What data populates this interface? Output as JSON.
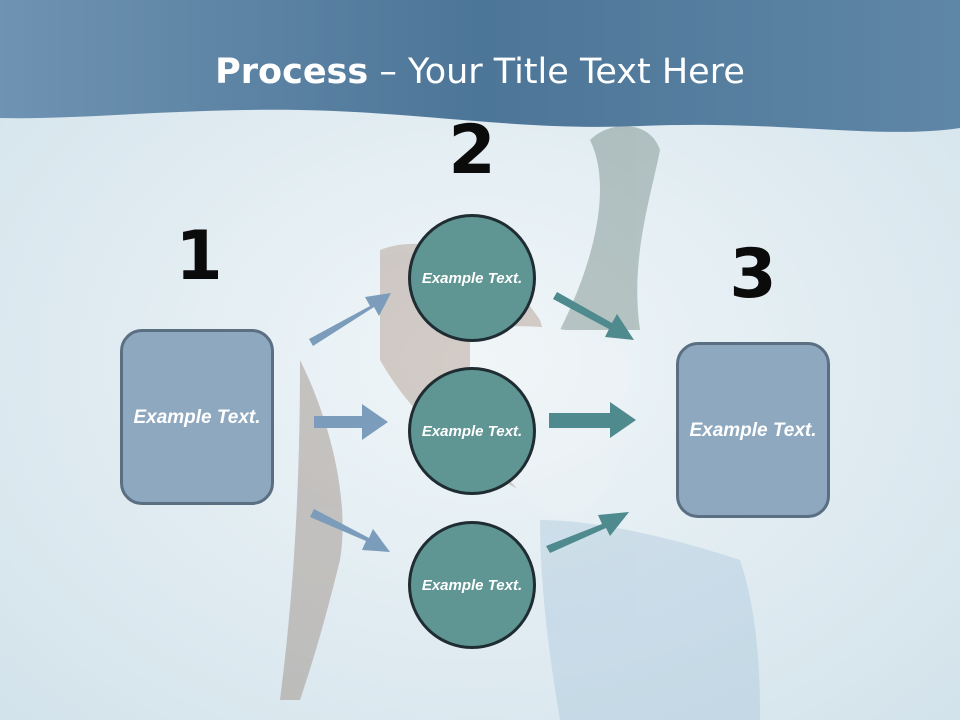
{
  "title": {
    "bold": "Process",
    "rest": " – Your Title Text Here"
  },
  "steps": [
    {
      "number": "1",
      "label": "Example Text."
    },
    {
      "number": "2",
      "nodes": [
        "Example Text.",
        "Example Text.",
        "Example Text."
      ]
    },
    {
      "number": "3",
      "label": "Example Text."
    }
  ],
  "colors": {
    "header": "#4d7a9c",
    "box_fill": "#8ea8c0",
    "circle_fill": "#5f9593",
    "arrow_left": "#7b9cba",
    "arrow_right": "#4f8a8e"
  }
}
